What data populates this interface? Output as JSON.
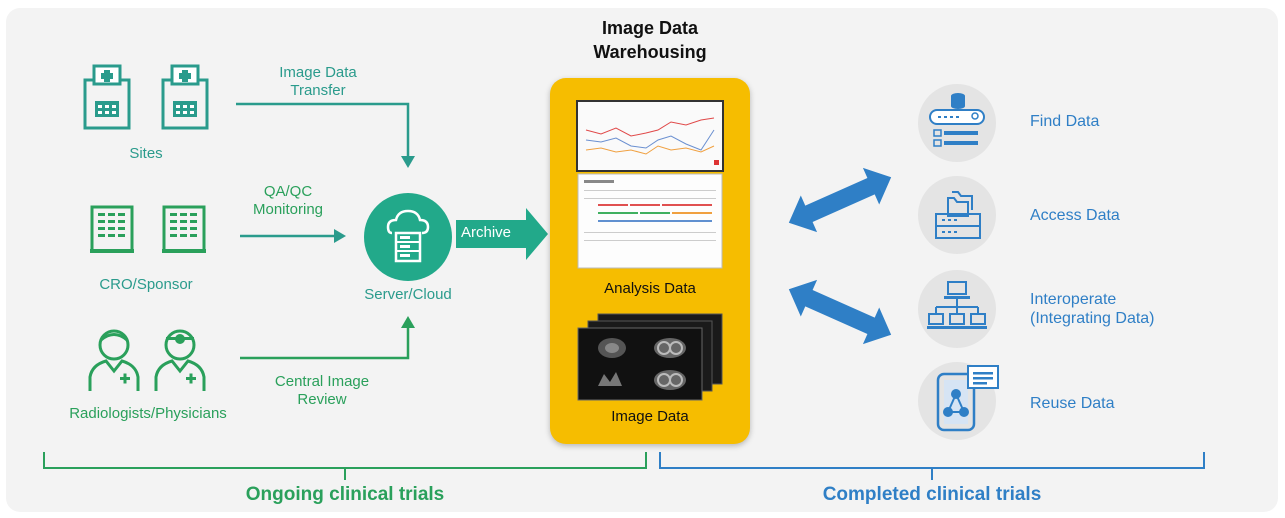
{
  "sources": {
    "sites": "Sites",
    "cro": "CRO/Sponsor",
    "radiologists": "Radiologists/Physicians"
  },
  "flows": {
    "transfer_line1": "Image Data",
    "transfer_line2": "Transfer",
    "qa_line1": "QA/QC",
    "qa_line2": "Monitoring",
    "review_line1": "Central Image",
    "review_line2": "Review",
    "archive": "Archive"
  },
  "server": {
    "label": "Server/Cloud"
  },
  "warehouse": {
    "title_line1": "Image Data",
    "title_line2": "Warehousing",
    "analysis_label": "Analysis Data",
    "image_label": "Image Data"
  },
  "uses": {
    "find": "Find Data",
    "access": "Access Data",
    "interop_line1": "Interoperate",
    "interop_line2": "(Integrating Data)",
    "reuse": "Reuse Data"
  },
  "footer": {
    "ongoing": "Ongoing clinical trials",
    "completed": "Completed clinical trials"
  },
  "colors": {
    "teal": "#2a9b8c",
    "green": "#2aa05b",
    "blue": "#2f7fc6",
    "warehouse": "#f6bd00"
  }
}
